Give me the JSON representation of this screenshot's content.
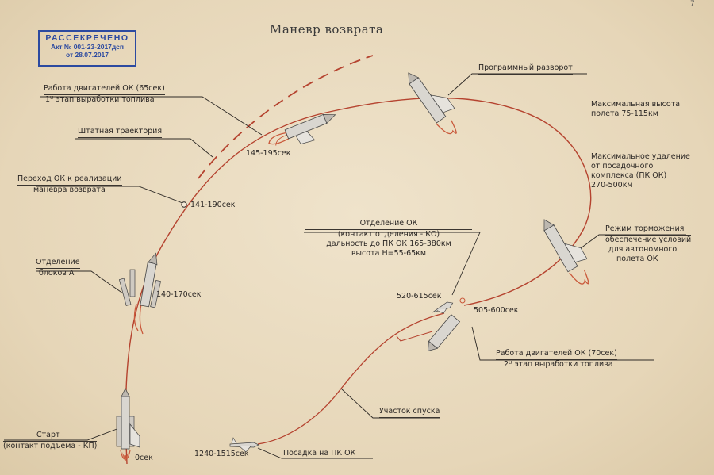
{
  "title": "Маневр возврата",
  "page_number": "7",
  "stamp": {
    "line1": "РАССЕКРЕЧЕНО",
    "line2": "Акт № 001-23-2017дсп",
    "line3": "от 28.07.2017",
    "color": "#2c4aa0"
  },
  "labels": {
    "engines1_a": "Работа двигателей ОК (65сек)",
    "engines1_b": "1ᵁ этап выработки топлива",
    "nominal": "Штатная траектория",
    "transition_a": "Переход ОК к реализации",
    "transition_b": "маневра возврата",
    "separation_a": "Отделение",
    "separation_b": "блоков А",
    "start_a": "Старт",
    "start_b": "(контакт подъема - КП)",
    "program_turn": "Программный разворот",
    "max_alt_a": "Максимальная высота",
    "max_alt_b": "полета 75-115км",
    "max_dist_a": "Максимальное удаление",
    "max_dist_b": "от посадочного",
    "max_dist_c": "комплекса (ПК ОК)",
    "max_dist_d": "270-500км",
    "braking_a": "Режим торможения",
    "braking_b": "обеспечение условий",
    "braking_c": "для автономного",
    "braking_d": "полета ОК",
    "ok_sep_a": "Отделение ОК",
    "ok_sep_b": "(контакт отделения - КО)",
    "ok_sep_c": "дальность до ПК ОК 165-380км",
    "ok_sep_d": "высота H=55-65км",
    "engines2_a": "Работа двигателей ОК (70сек)",
    "engines2_b": "2ᵁ этап выработки топлива",
    "descent": "Участок спуска",
    "landing": "Посадка на ПК ОК"
  },
  "times": {
    "t0": "0сек",
    "t140": "140-170сек",
    "t141": "141-190сек",
    "t145": "145-195сек",
    "t520": "520-615сек",
    "t505": "505-600сек",
    "t1240": "1240-1515сек"
  },
  "colors": {
    "trajectory": "#b5432f",
    "leader": "#2e2a26",
    "vehicle": "#d9d6d0",
    "flame": "#c9583a"
  }
}
